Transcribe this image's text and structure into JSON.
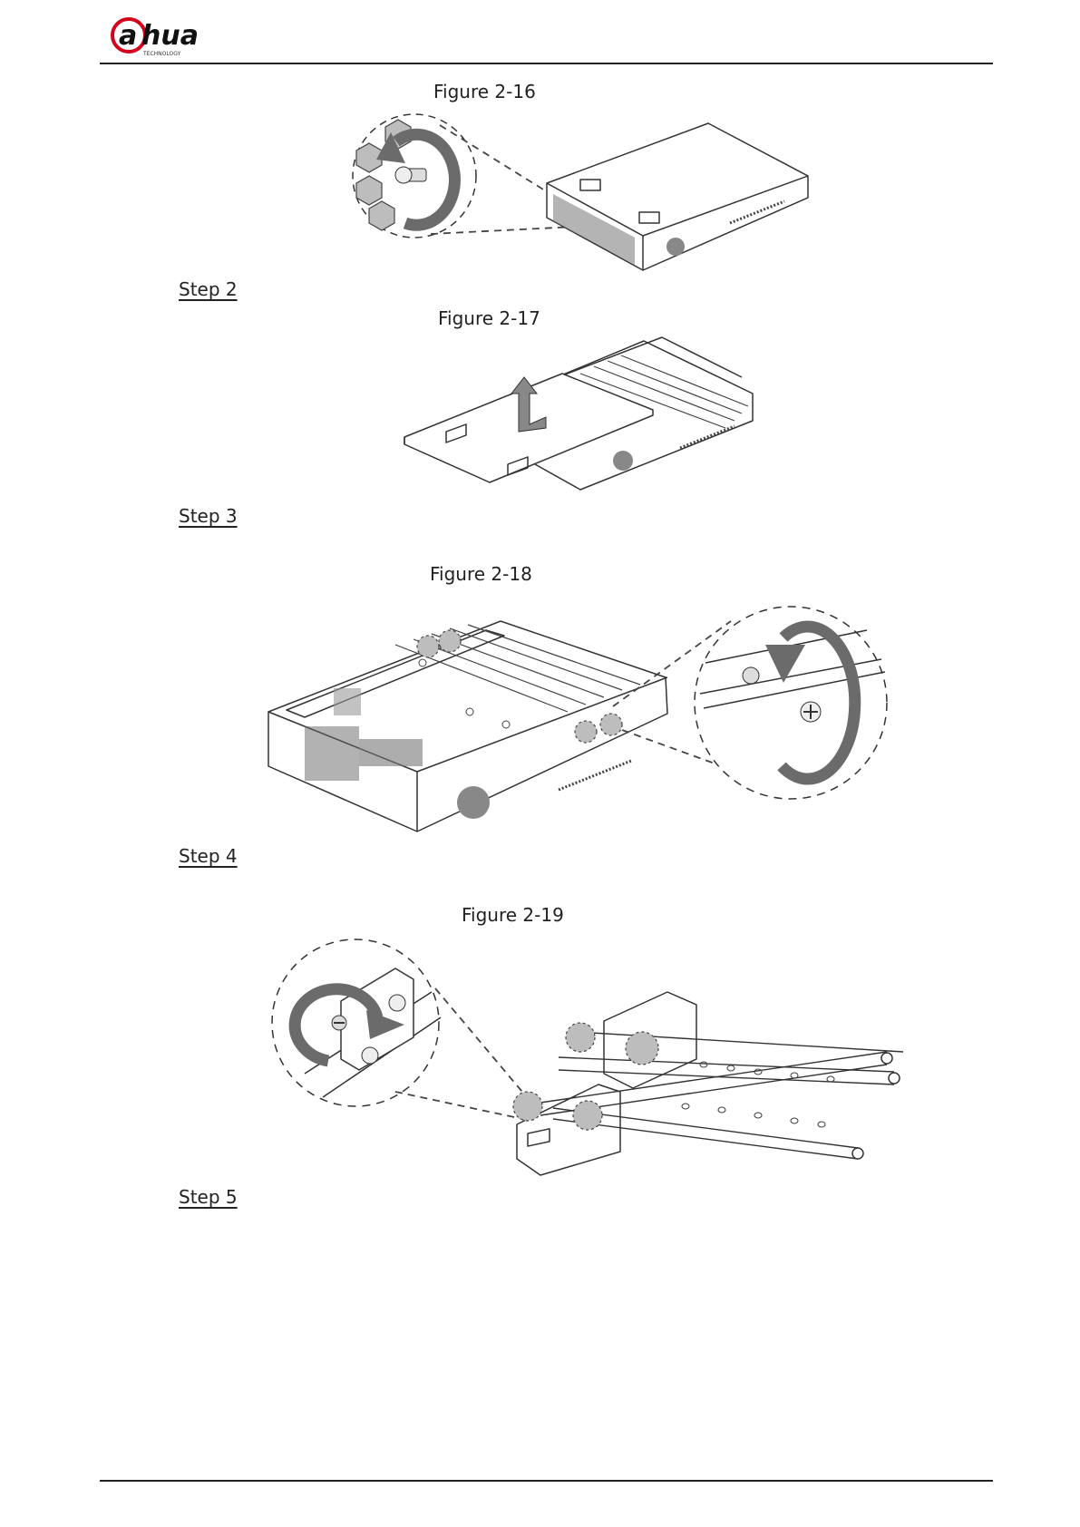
{
  "header": {
    "logo_text": "alhua",
    "logo_subtext": "TECHNOLOGY",
    "brand_color": "#d6001c"
  },
  "figures": [
    {
      "caption": "Figure 2-16"
    },
    {
      "caption": "Figure 2-17"
    },
    {
      "caption": "Figure 2-18"
    },
    {
      "caption": "Figure 2-19"
    }
  ],
  "steps": [
    {
      "label": "Step 2"
    },
    {
      "label": "Step 3"
    },
    {
      "label": "Step 4"
    },
    {
      "label": "Step 5"
    }
  ]
}
